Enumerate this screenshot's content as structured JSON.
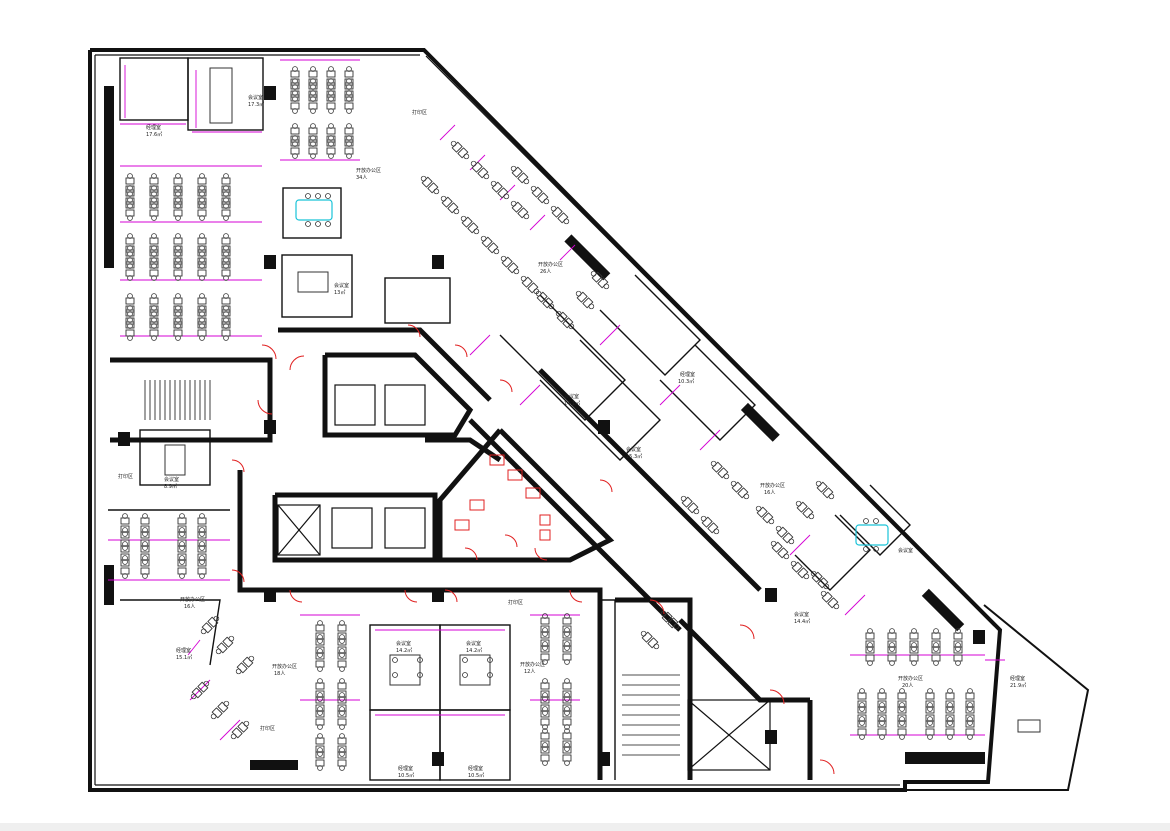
{
  "labels": {
    "manager_1": "经理室",
    "manager_1_area": "17.6㎡",
    "meeting_1": "会议室",
    "meeting_1_area": "17.3㎡",
    "open_office_1": "开放办公区",
    "open_office_1_count": "34人",
    "meeting_2": "会议室",
    "meeting_2_area": "13㎡",
    "print_1": "打印区",
    "open_office_2": "开放办公区",
    "open_office_2_count": "26人",
    "manager_2": "经理室",
    "manager_2_area": "10.3㎡",
    "meeting_3": "会议室",
    "meeting_3_area": "14.1㎡",
    "meeting_4": "会议室",
    "meeting_4_area": "15.3㎡",
    "open_office_3": "开放办公区",
    "open_office_3_count": "16人",
    "meeting_5": "会议室",
    "meeting_5_area": "14.4㎡",
    "meeting_6": "会议室",
    "print_2": "打印区",
    "meeting_7": "会议室",
    "meeting_7_area": "8.9㎡",
    "open_office_4": "开放办公区",
    "open_office_4_count": "16人",
    "manager_3": "经理室",
    "manager_3_area": "15.1㎡",
    "open_office_5": "开放办公区",
    "open_office_5_count": "18人",
    "print_3": "打印区",
    "print_4": "打印区",
    "meeting_8": "会议室",
    "meeting_8_area": "14.2㎡",
    "meeting_9": "会议室",
    "meeting_9_area": "14.2㎡",
    "open_office_6": "开放办公区",
    "open_office_6_count": "12人",
    "manager_4": "经理室",
    "manager_4_area": "10.5㎡",
    "manager_5": "经理室",
    "manager_5_area": "10.5㎡",
    "open_office_7": "开放办公区",
    "open_office_7_count": "20人",
    "manager_6": "经理室",
    "manager_6_area": "21.9㎡"
  },
  "colors": {
    "wall": "#111111",
    "furniture": "#333333",
    "dimension": "#d400d4",
    "door": "#e02020",
    "meeting_table": "#19c3d8"
  }
}
